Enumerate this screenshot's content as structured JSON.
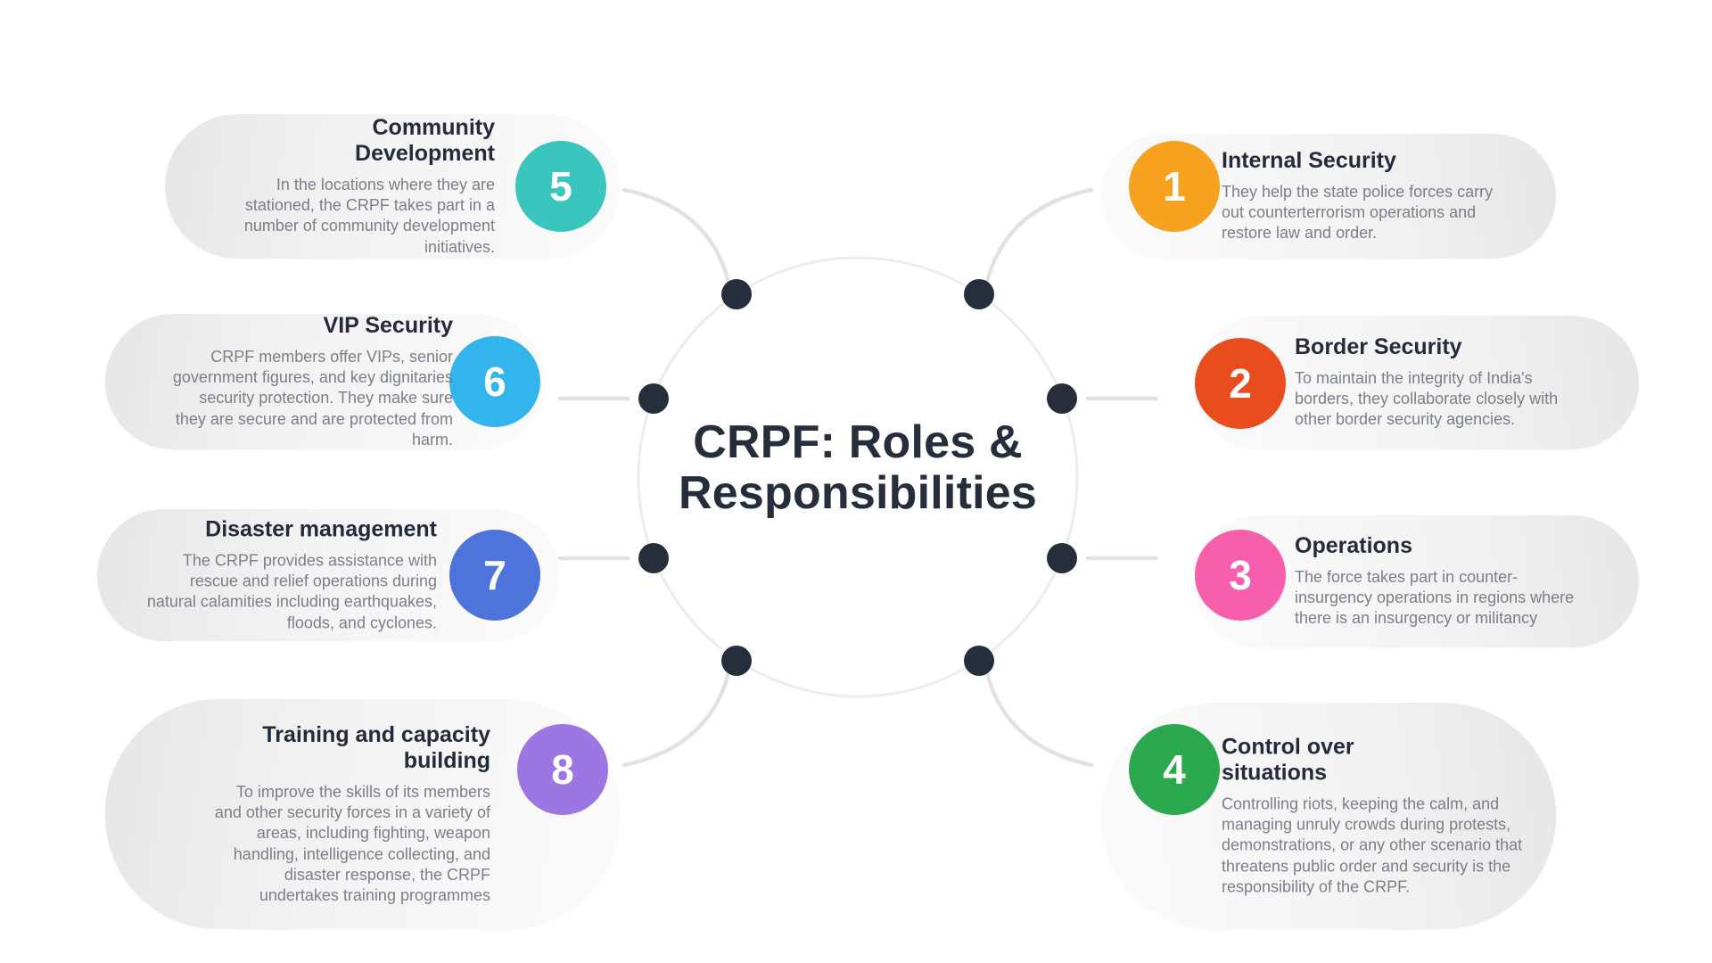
{
  "title": "CRPF: Roles & Responsibilities",
  "colors": {
    "ring": "#ececec",
    "connector": "#e2e2e2",
    "dot": "#262d3b"
  },
  "items": [
    {
      "number": "1",
      "title": "Internal Security",
      "body": "They help the state police forces carry out counterterrorism operations and restore law and order.",
      "color": "#f6a21f"
    },
    {
      "number": "2",
      "title": "Border Security",
      "body": "To maintain the integrity of India's borders, they collaborate closely with other border security agencies.",
      "color": "#ea4d1d"
    },
    {
      "number": "3",
      "title": "Operations",
      "body": "The force takes part in counter-insurgency operations in regions where there is an insurgency or militancy",
      "color": "#f75fad"
    },
    {
      "number": "4",
      "title": "Control over situations",
      "body": "Controlling riots, keeping the calm, and managing unruly crowds during protests, demonstrations, or any other scenario that threatens public order and security is the responsibility of the CRPF.",
      "color": "#2ba74d"
    },
    {
      "number": "5",
      "title": "Community Development",
      "body": "In the locations where they are stationed, the CRPF takes part in a number of community development initiatives.",
      "color": "#3ac6be"
    },
    {
      "number": "6",
      "title": "VIP Security",
      "body": "CRPF members offer VIPs, senior government figures, and key dignitaries security protection. They make sure they are secure and are protected from harm.",
      "color": "#34b4ec"
    },
    {
      "number": "7",
      "title": "Disaster management",
      "body": "The CRPF provides assistance with rescue and relief operations during natural calamities including earthquakes, floods, and cyclones.",
      "color": "#4e73da"
    },
    {
      "number": "8",
      "title": "Training and capacity building",
      "body": "To improve the skills of its members and other security forces in a variety of areas, including fighting, weapon handling, intelligence collecting, and disaster response, the CRPF undertakes training programmes",
      "color": "#9c77e4"
    }
  ]
}
